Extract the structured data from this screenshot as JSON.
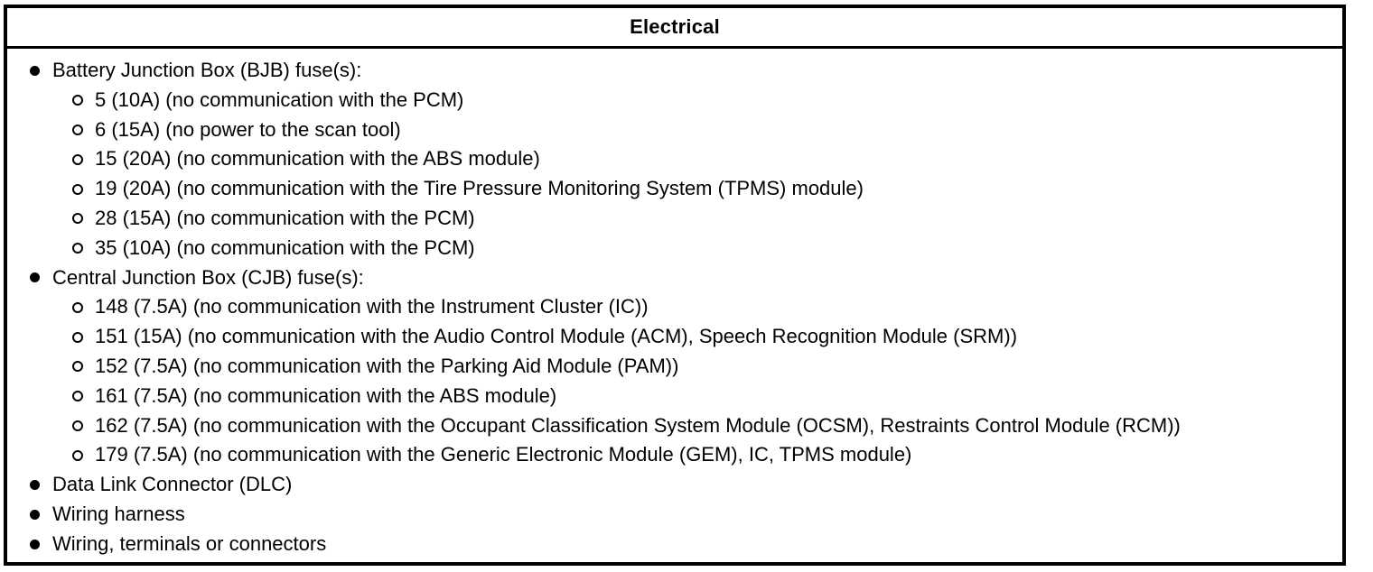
{
  "header": {
    "title": "Electrical"
  },
  "list": {
    "items": [
      {
        "label": "Battery Junction Box (BJB) fuse(s):",
        "children": [
          "5 (10A) (no communication with the PCM)",
          "6 (15A) (no power to the scan tool)",
          "15 (20A) (no communication with the ABS module)",
          "19 (20A) (no communication with the Tire Pressure Monitoring System (TPMS) module)",
          "28 (15A) (no communication with the PCM)",
          "35 (10A) (no communication with the PCM)"
        ]
      },
      {
        "label": "Central Junction Box (CJB) fuse(s):",
        "children": [
          "148 (7.5A) (no communication with the Instrument Cluster (IC))",
          "151 (15A) (no communication with the Audio Control Module (ACM), Speech Recognition Module (SRM))",
          "152 (7.5A) (no communication with the Parking Aid Module (PAM))",
          "161 (7.5A) (no communication with the ABS module)",
          "162 (7.5A) (no communication with the Occupant Classification System Module (OCSM), Restraints Control Module (RCM))",
          "179 (7.5A) (no communication with the Generic Electronic Module (GEM), IC, TPMS module)"
        ]
      },
      {
        "label": "Data Link Connector (DLC)",
        "children": []
      },
      {
        "label": "Wiring harness",
        "children": []
      },
      {
        "label": "Wiring, terminals or connectors",
        "children": []
      }
    ]
  },
  "colors": {
    "border": "#000000",
    "background": "#ffffff",
    "text": "#000000"
  }
}
